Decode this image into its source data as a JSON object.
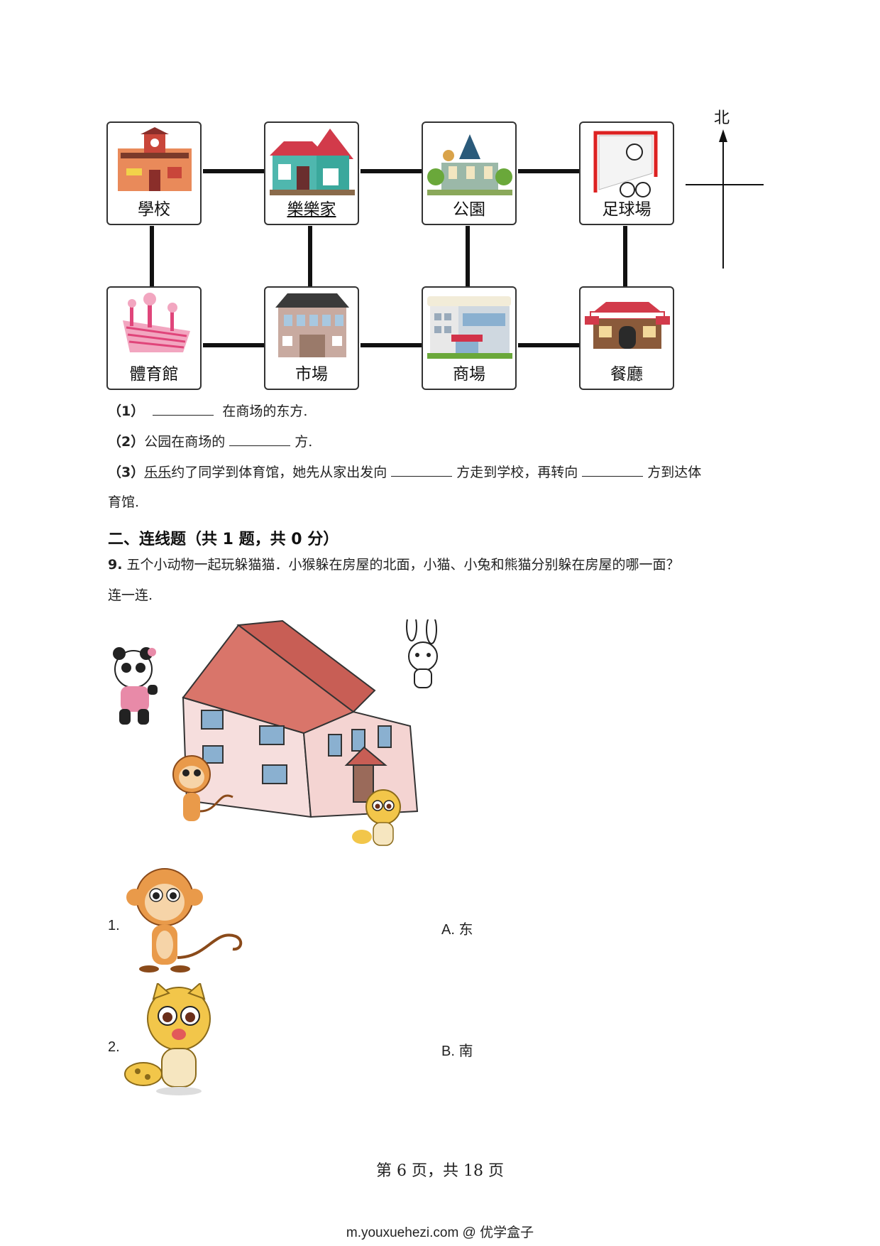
{
  "map": {
    "compass_label": "北",
    "places_top": [
      "學校",
      "樂樂家",
      "公園",
      "足球場"
    ],
    "places_bottom": [
      "體育館",
      "市場",
      "商場",
      "餐廳"
    ]
  },
  "questions": {
    "q1": {
      "num": "（1）",
      "text": "在商场的东方."
    },
    "q2": {
      "num": "（2）",
      "text_before": "公园在商场的",
      "text_after": "方."
    },
    "q3": {
      "num": "（3）",
      "name": "乐乐",
      "part1": "约了同学到体育馆，她先从家出发向",
      "part2": "方走到学校，再转向",
      "part3": "方到达体",
      "line2": "育馆."
    }
  },
  "section2": {
    "title": "二、连线题（共 1 题，共 0 分）"
  },
  "q9": {
    "num": "9.",
    "line1": "五个小动物一起玩躲猫猫．小猴躲在房屋的北面，小猫、小兔和熊猫分别躲在房屋的哪一面？",
    "line2": "连一连."
  },
  "matching": {
    "left": [
      "1.",
      "2."
    ],
    "right": [
      "A. 东",
      "B. 南"
    ]
  },
  "footer": {
    "page": "第 6 页，共 18 页"
  },
  "watermark": "m.youxuehezi.com @ 优学盒子"
}
